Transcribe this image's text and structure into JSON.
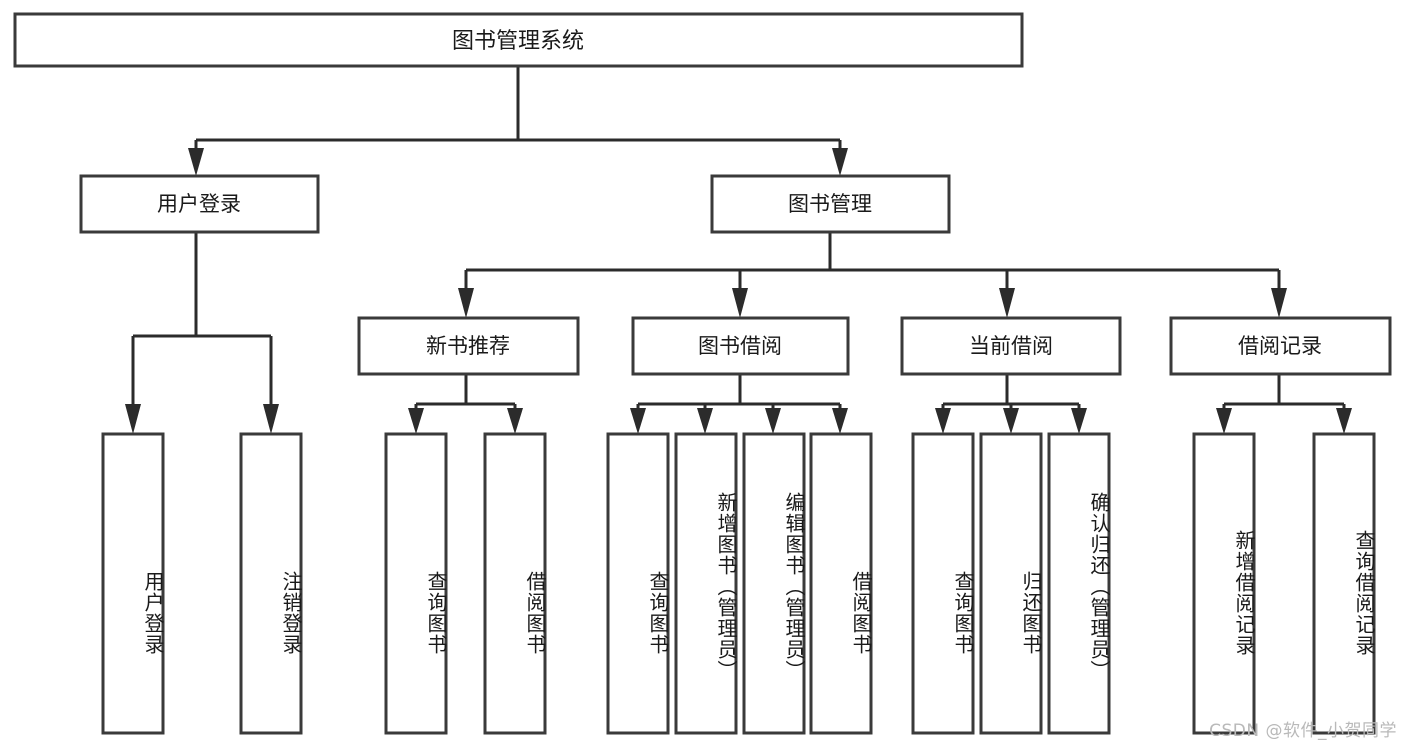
{
  "diagram": {
    "type": "tree",
    "title_node": {
      "label": "图书管理系统"
    },
    "level1": [
      {
        "label": "用户登录"
      },
      {
        "label": "图书管理"
      }
    ],
    "level2": [
      {
        "label": "新书推荐"
      },
      {
        "label": "图书借阅"
      },
      {
        "label": "当前借阅"
      },
      {
        "label": "借阅记录"
      }
    ],
    "leaves": {
      "user_login": [
        {
          "label": "用户登录"
        },
        {
          "label": "注销登录"
        }
      ],
      "new_book": [
        {
          "label": "查询图书"
        },
        {
          "label": "借阅图书"
        }
      ],
      "book_borrow": [
        {
          "label": "查询图书"
        },
        {
          "label": "新增图书（管理员）"
        },
        {
          "label": "编辑图书（管理员）"
        },
        {
          "label": "借阅图书"
        }
      ],
      "current_borrow": [
        {
          "label": "查询图书"
        },
        {
          "label": "归还图书"
        },
        {
          "label": "确认归还（管理员）"
        }
      ],
      "borrow_record": [
        {
          "label": "新增借阅记录"
        },
        {
          "label": "查询借阅记录"
        }
      ]
    }
  },
  "watermark": {
    "text": "CSDN @软件_小贺同学"
  },
  "colors": {
    "box_stroke": "#3a3a3a",
    "connector": "#2b2b2b",
    "background": "#ffffff",
    "text": "#1a1a1a",
    "watermark": "#b9b9b9"
  }
}
